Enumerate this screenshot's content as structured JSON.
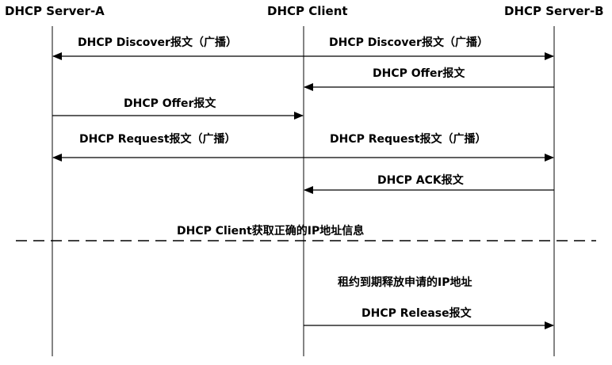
{
  "participants": {
    "server_a": "DHCP Server-A",
    "client": "DHCP Client",
    "server_b": "DHCP Server-B"
  },
  "messages": {
    "discover_left": "DHCP Discover报文（广播）",
    "discover_right": "DHCP Discover报文（广播）",
    "offer_b": "DHCP Offer报文",
    "offer_a": "DHCP Offer报文",
    "request_left": "DHCP Request报文（广播）",
    "request_right": "DHCP Request报文（广播）",
    "ack_b": "DHCP ACK报文",
    "client_info": "DHCP Client获取正确的IP地址信息",
    "lease_note": "租约到期释放申请的IP地址",
    "release": "DHCP Release报文"
  }
}
